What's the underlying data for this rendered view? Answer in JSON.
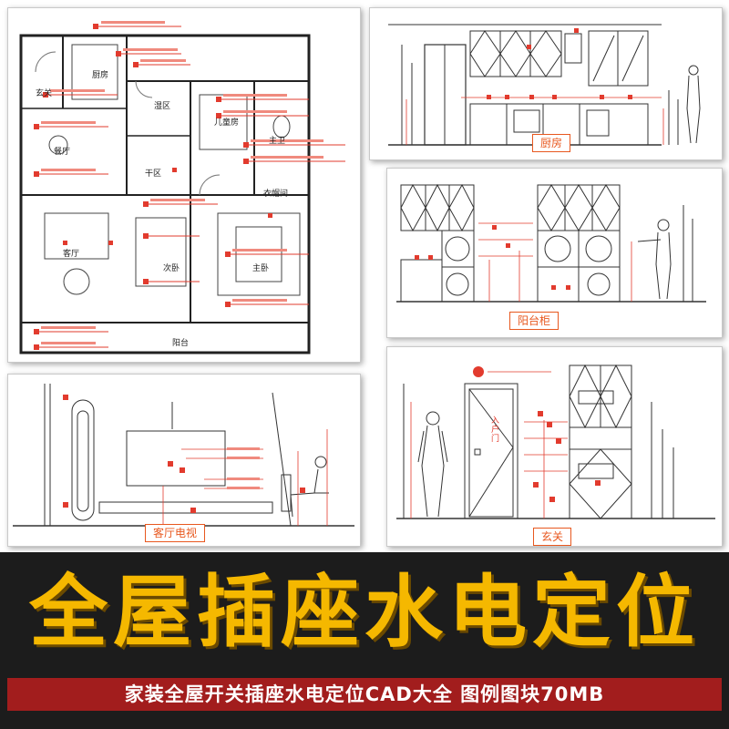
{
  "floorplan": {
    "rooms": {
      "kitchen": "厨房",
      "foyer": "玄关",
      "dining": "餐厅",
      "dry_area": "干区",
      "wet_area": "湿区",
      "children_room": "儿童房",
      "bathroom": "主卫",
      "closet": "衣帽间",
      "living": "客厅",
      "second_bedroom": "次卧",
      "master_bedroom": "主卧",
      "balcony": "阳台"
    }
  },
  "panels": {
    "kitchen_label": "厨房",
    "balcony_label": "阳台柜",
    "tv_label": "客厅电视",
    "foyer_label": "玄关",
    "entry_door_text": "入户门"
  },
  "headline": "全屋插座水电定位",
  "subline": "家装全屋开关插座水电定位CAD大全  图例图块70MB",
  "colors": {
    "accent_orange": "#e8581f",
    "cad_red": "#e23b2e",
    "headline_yellow": "#f5b800",
    "bar_dark": "#1c1c1c",
    "subline_red": "#a21d1d"
  }
}
